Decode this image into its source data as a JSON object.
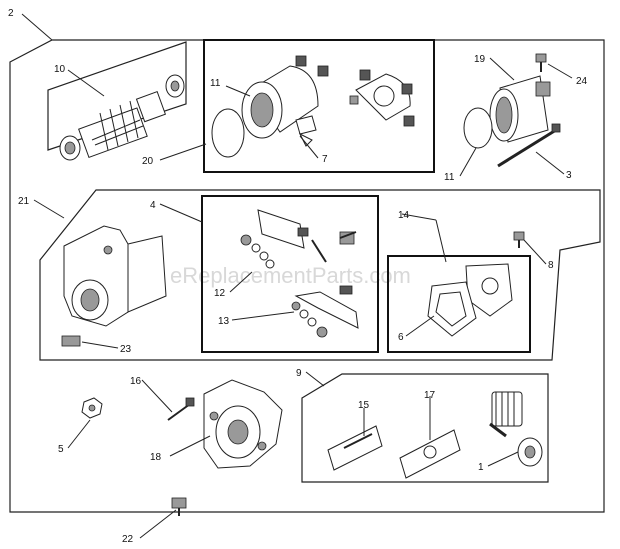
{
  "watermark": "eReplacementParts.com",
  "callouts": {
    "c2": "2",
    "c10": "10",
    "c11a": "11",
    "c7": "7",
    "c20": "20",
    "c19": "19",
    "c24": "24",
    "c11b": "11",
    "c3": "3",
    "c21": "21",
    "c4": "4",
    "c14": "14",
    "c8": "8",
    "c12": "12",
    "c13": "13",
    "c6": "6",
    "c23": "23",
    "c9": "9",
    "c16": "16",
    "c15": "15",
    "c17": "17",
    "c5": "5",
    "c18": "18",
    "c1": "1",
    "c22": "22"
  }
}
